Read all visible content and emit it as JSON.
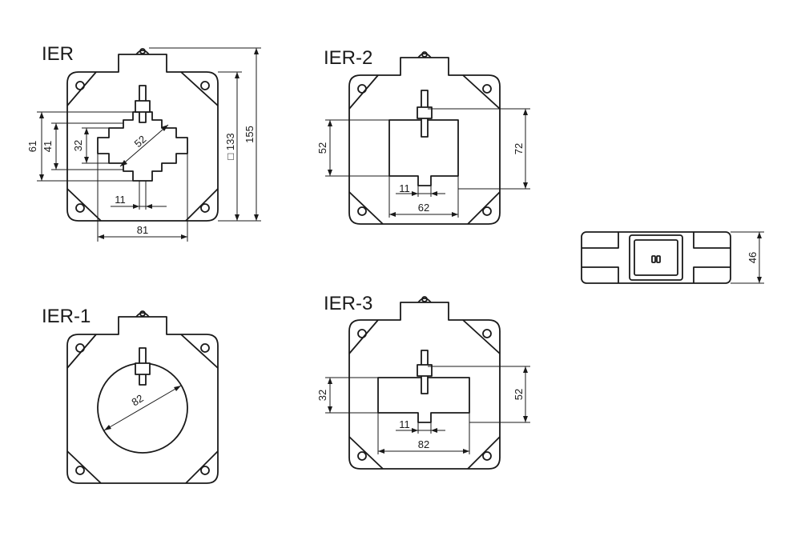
{
  "drawings": {
    "ier": {
      "title": "IER",
      "dims": {
        "a": "61",
        "b": "41",
        "c": "32",
        "d": "52",
        "e": "133",
        "e_prefix": "□",
        "f": "155",
        "g": "11",
        "h": "81"
      }
    },
    "ier1": {
      "title": "IER-1",
      "dims": {
        "dia": "82"
      }
    },
    "ier2": {
      "title": "IER-2",
      "dims": {
        "left": "52",
        "right": "72",
        "slot": "11",
        "width": "62"
      }
    },
    "ier3": {
      "title": "IER-3",
      "dims": {
        "left": "32",
        "right": "52",
        "slot": "11",
        "width": "82"
      }
    },
    "side": {
      "dims": {
        "height": "46"
      }
    }
  }
}
